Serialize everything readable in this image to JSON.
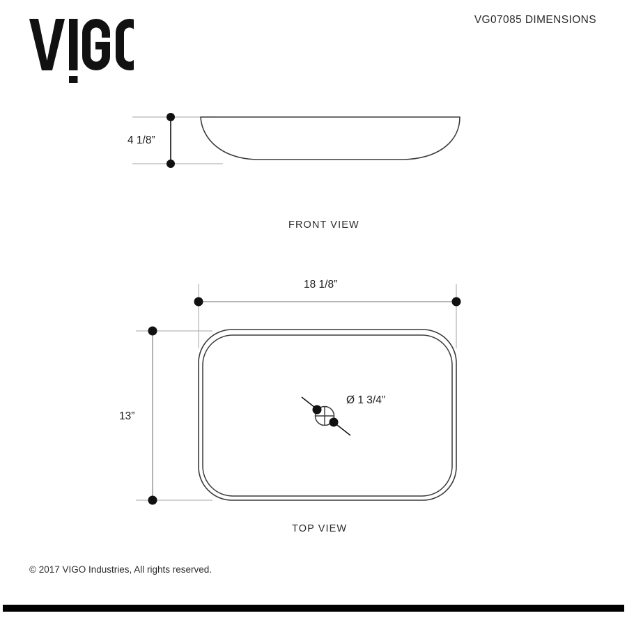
{
  "header": {
    "title": "VG07085 DIMENSIONS",
    "logo_text": "VIGO",
    "logo_name": "vigo-logo"
  },
  "footer": {
    "copyright": "© 2017 VIGO Industries, All rights reserved."
  },
  "views": {
    "front": {
      "label": "FRONT VIEW",
      "height_dimension": "4 1/8”"
    },
    "top": {
      "label": "TOP VIEW",
      "width_dimension": "18 1/8”",
      "depth_dimension": "13”",
      "drain_dimension": "Ø 1 3/4”"
    }
  },
  "colors": {
    "ink": "#000000",
    "outline": "#3a3a3a",
    "witness": "#b8b8b8",
    "text": "#2b2b2b",
    "background": "#ffffff"
  }
}
